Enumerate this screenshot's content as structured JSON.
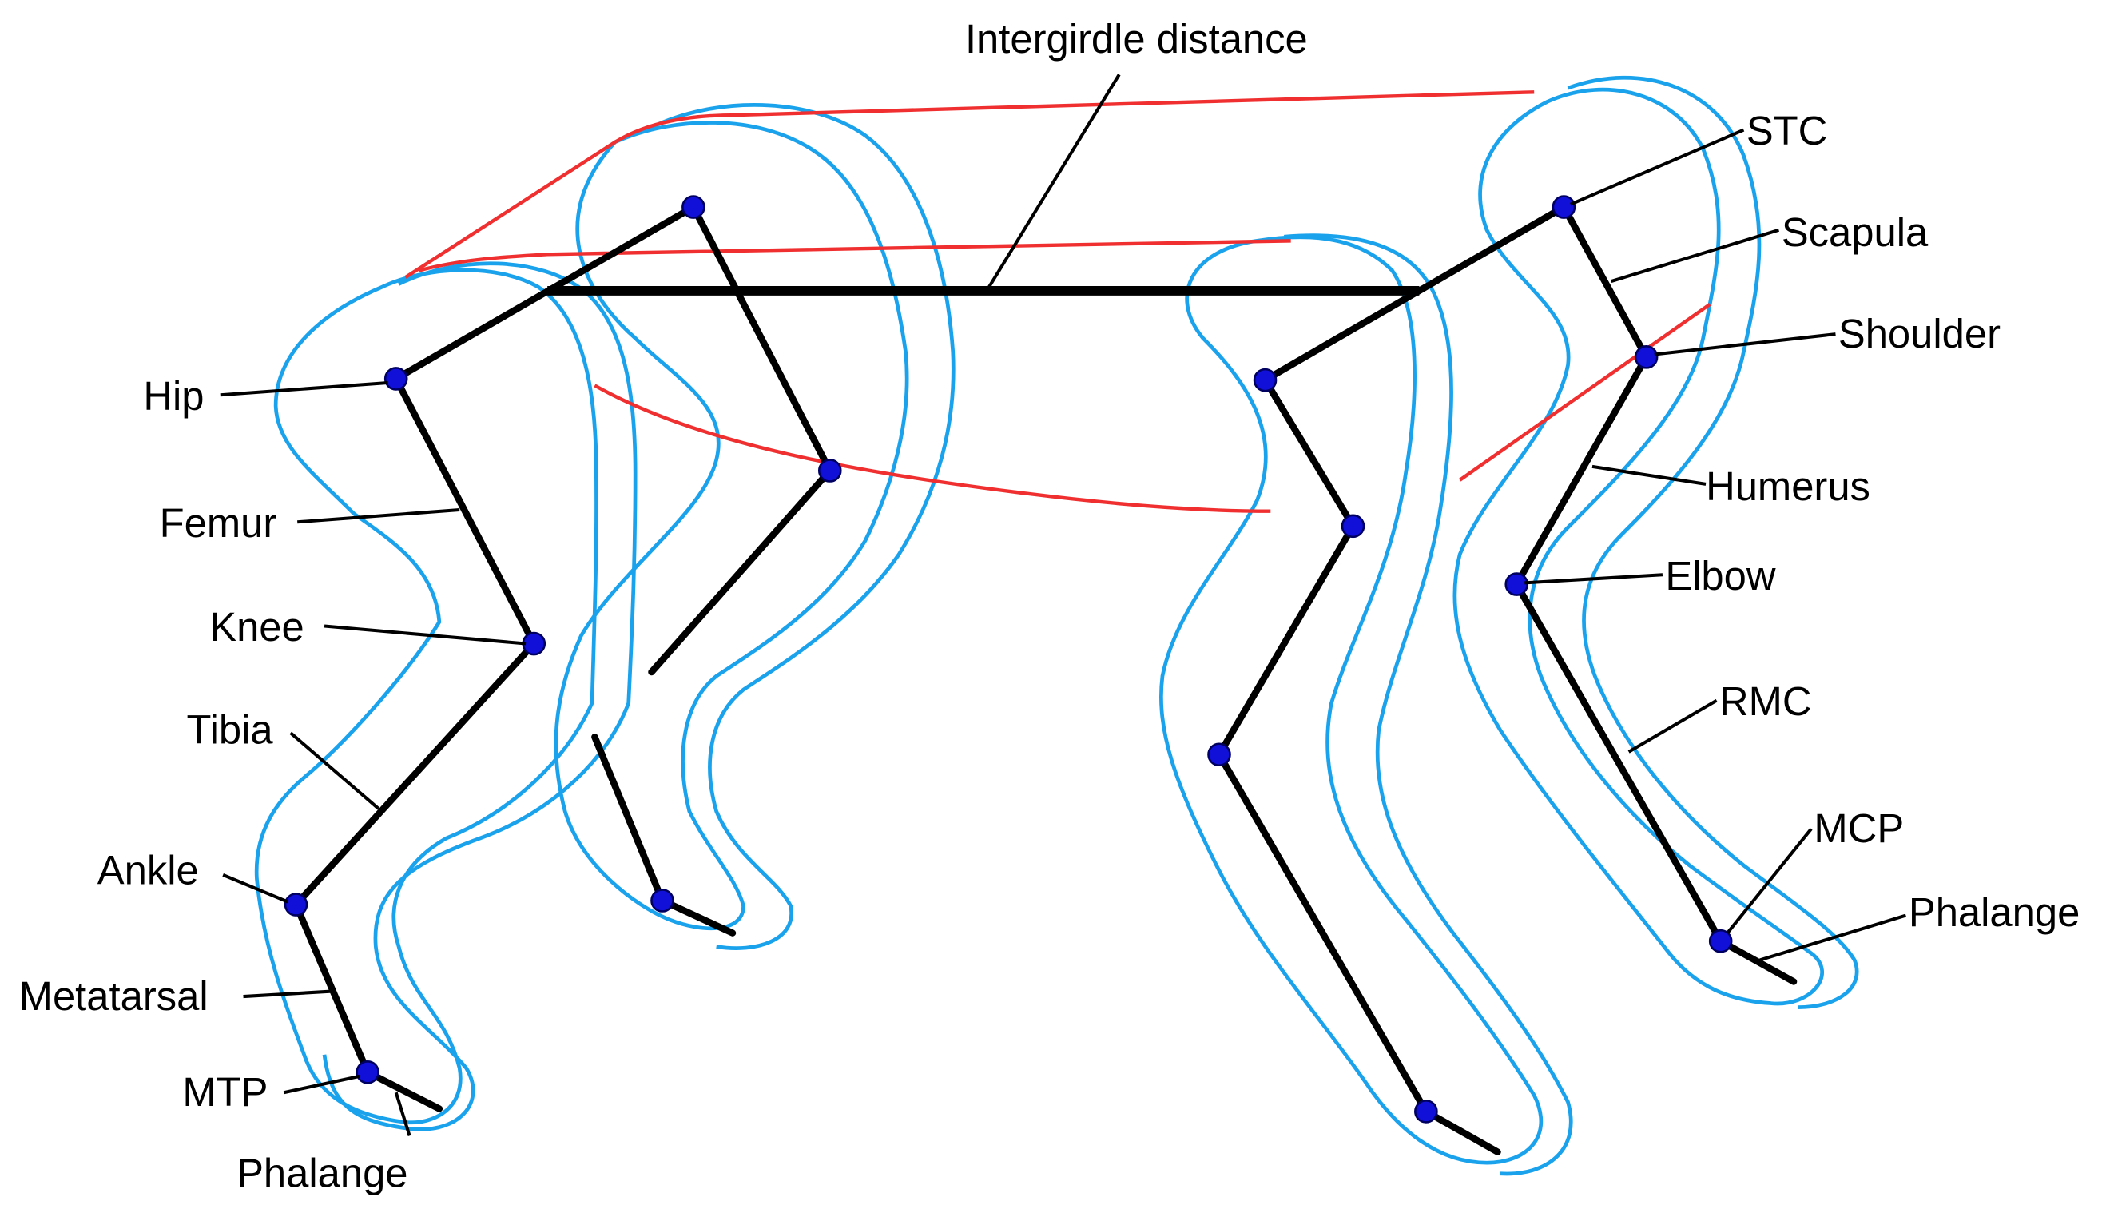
{
  "labels": {
    "intergirdle": "Intergirdle distance",
    "stc": "STC",
    "scapula": "Scapula",
    "shoulder": "Shoulder",
    "humerus": "Humerus",
    "elbow": "Elbow",
    "rmc": "RMC",
    "mcp": "MCP",
    "phalange_fore": "Phalange",
    "hip": "Hip",
    "femur": "Femur",
    "knee": "Knee",
    "tibia": "Tibia",
    "ankle": "Ankle",
    "metatarsal": "Metatarsal",
    "mtp": "MTP",
    "phalange_hind": "Phalange"
  },
  "colors": {
    "skeleton": "#000000",
    "outline": "#1aa3ec",
    "muscle_line": "#f03030",
    "joint": "#1010d8"
  }
}
